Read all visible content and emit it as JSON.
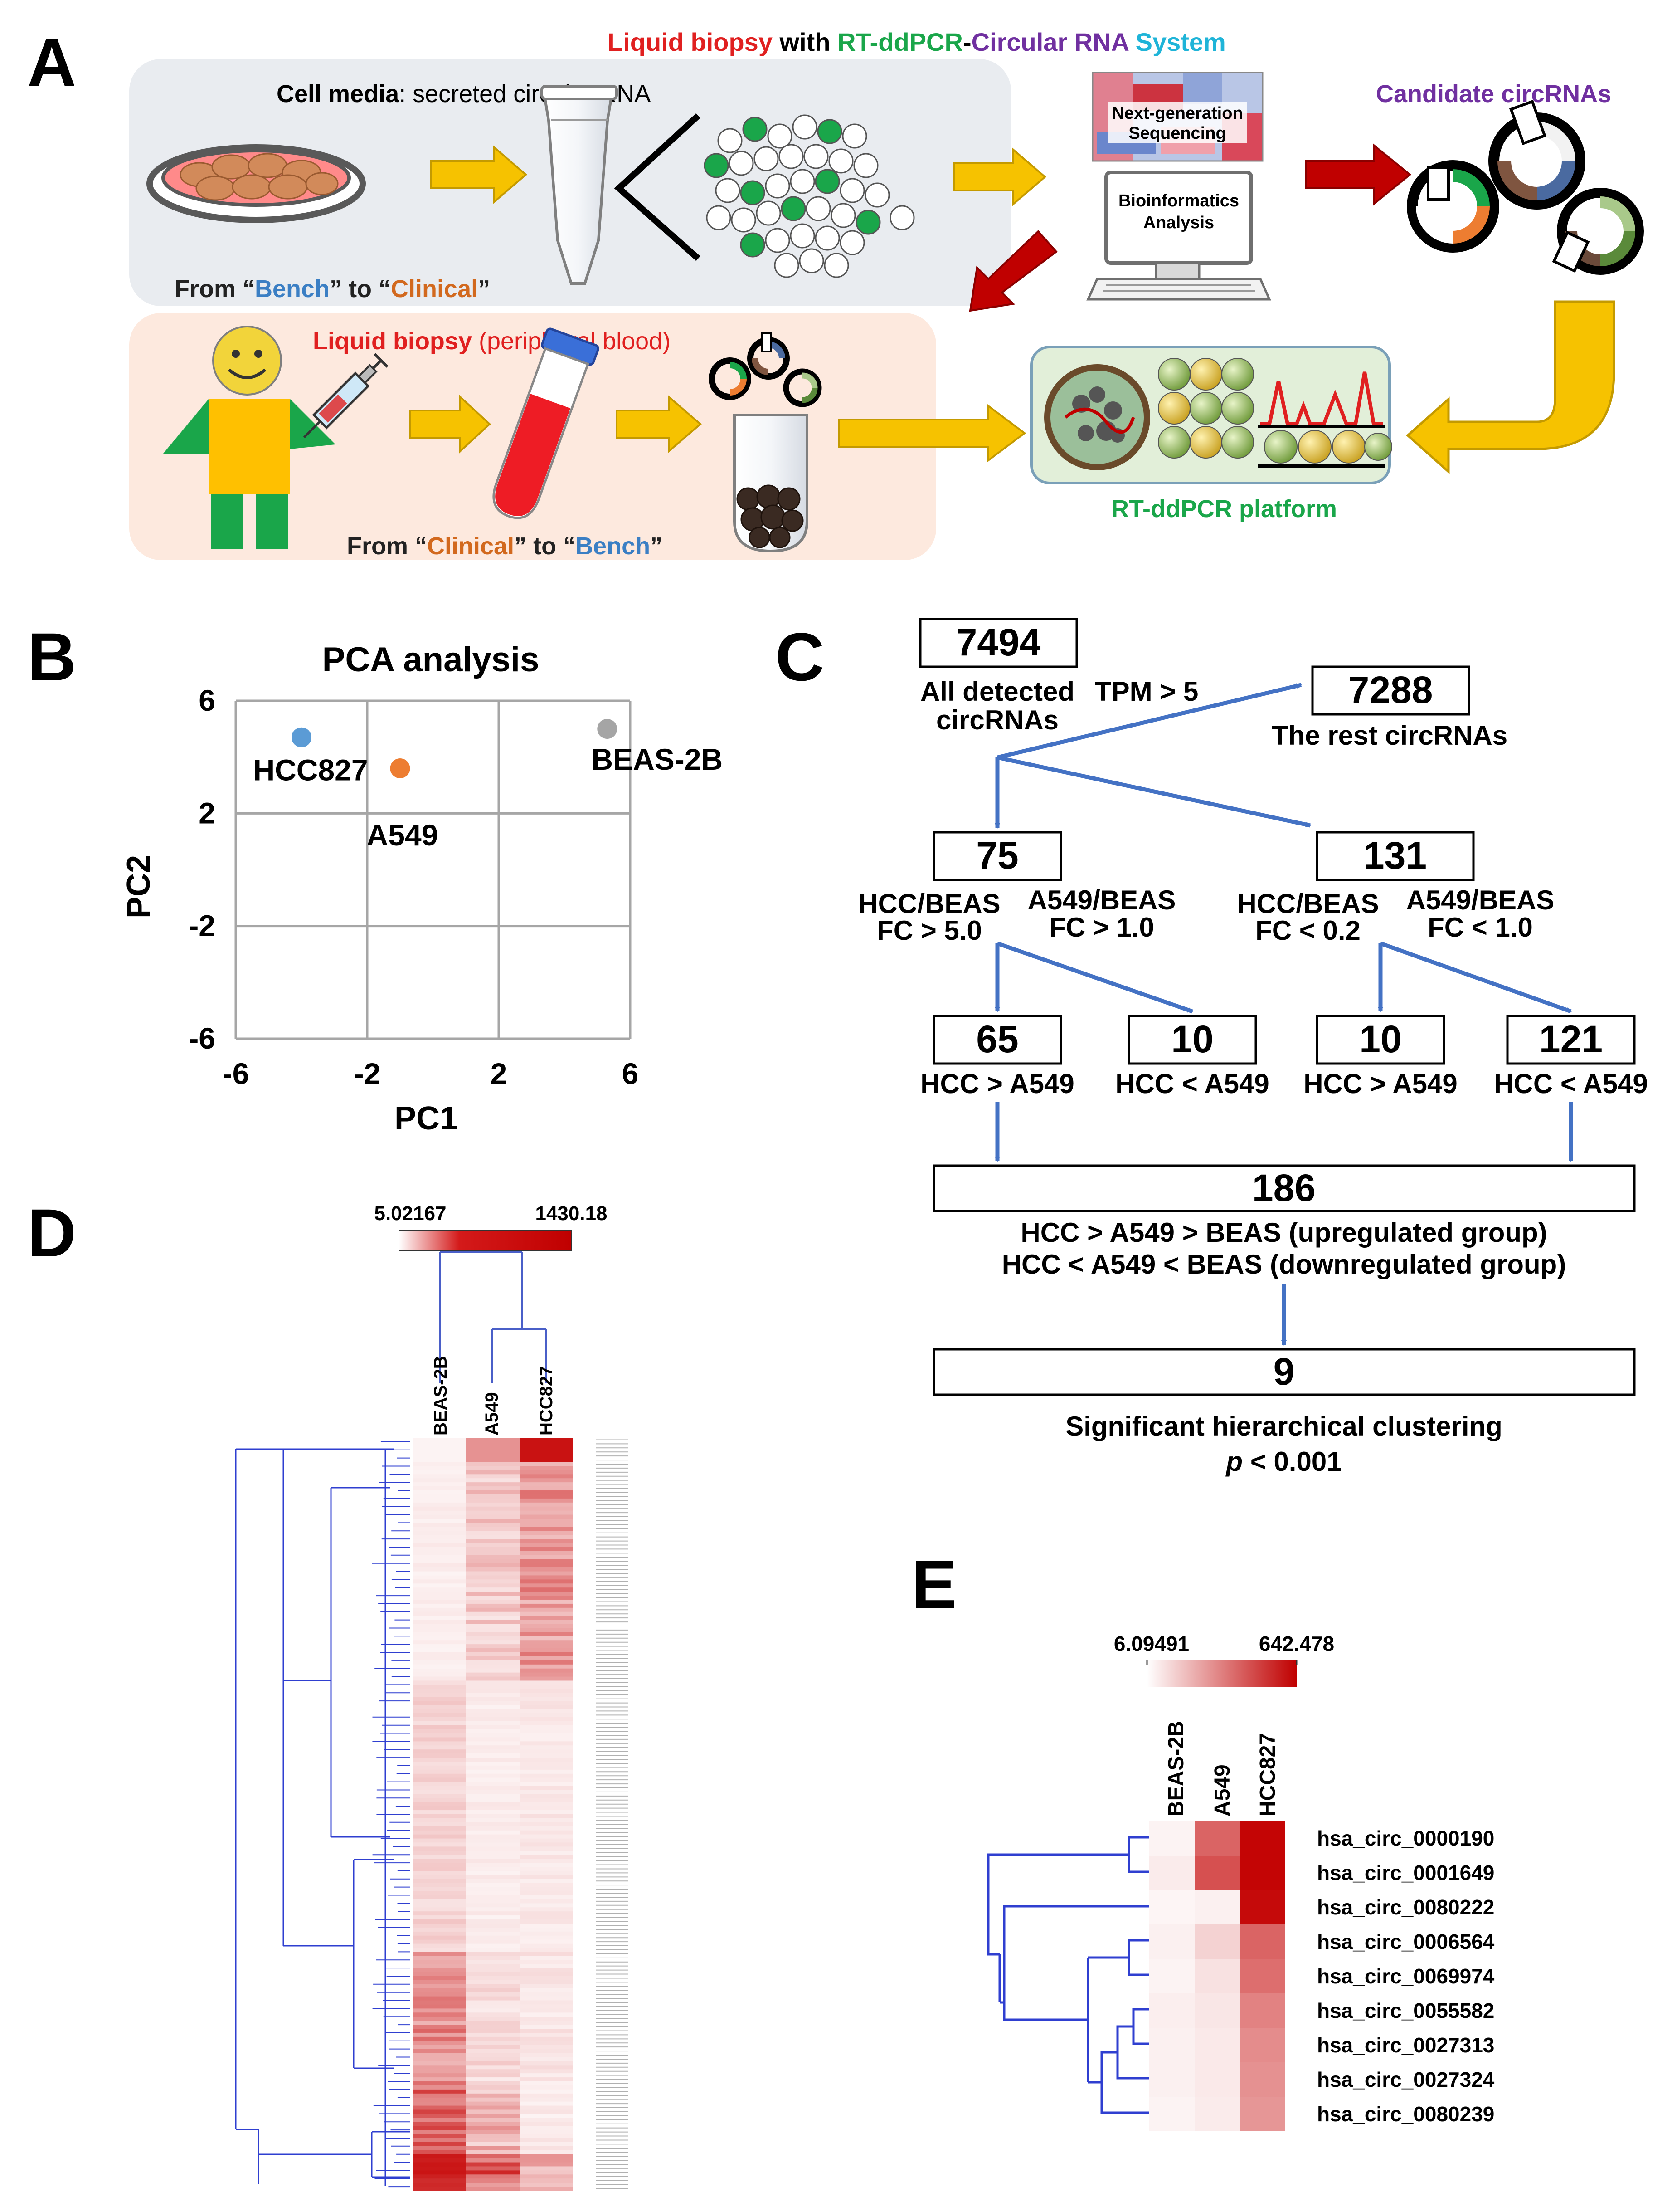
{
  "panel_letters": {
    "a": "A",
    "b": "B",
    "c": "C",
    "d": "D",
    "e": "E"
  },
  "panel_a": {
    "title_parts": [
      "Liquid biopsy",
      " with ",
      "RT-ddPCR",
      "-",
      "Circular RNA",
      " System"
    ],
    "cell_media_bold": "Cell media",
    "cell_media_rest": ": secreted circular RNA",
    "from_bench": [
      "From “",
      "Bench",
      "” to “",
      "Clinical",
      "”"
    ],
    "from_clinical": [
      "From “",
      "Clinical",
      "” to “",
      "Bench",
      "”"
    ],
    "ngs_lines": [
      "Next-generation",
      "Sequencing"
    ],
    "bioinf_lines": [
      "Bioinformatics",
      "Analysis"
    ],
    "candidate": "Candidate circRNAs",
    "liquid_bold": "Liquid biopsy",
    "liquid_rest": " (peripheral blood)",
    "platform": "RT-ddPCR platform",
    "colors": {
      "red": "#e02020",
      "green": "#1aa64a",
      "purple": "#7030a0",
      "cyan": "#1fb4d8",
      "blue": "#3b7fc4",
      "orange": "#d2691e",
      "arrow_yellow": "#f6c200",
      "arrow_red": "#c00000"
    }
  },
  "panel_b": {
    "chart_data": {
      "type": "scatter",
      "title": "PCA analysis",
      "xlabel": "PC1",
      "ylabel": "PC2",
      "xlim": [
        -6,
        6
      ],
      "ylim": [
        -6,
        6
      ],
      "xticks": [
        "-6",
        "-2",
        "2",
        "6"
      ],
      "yticks": [
        "6",
        "2",
        "-2",
        "-6"
      ],
      "grid": true,
      "points": [
        {
          "name": "HCC827",
          "x": -4.0,
          "y": 4.7,
          "color": "#5b9bd5"
        },
        {
          "name": "A549",
          "x": -1.0,
          "y": 3.6,
          "color": "#ed7d31"
        },
        {
          "name": "BEAS-2B",
          "x": 5.3,
          "y": 5.0,
          "color": "#a5a5a5"
        }
      ]
    }
  },
  "panel_c": {
    "total": "7494",
    "total_caption": [
      "All detected",
      "circRNAs"
    ],
    "tpm": "TPM > 5",
    "rest_n": "7288",
    "rest_caption": "The rest circRNAs",
    "up_n": "75",
    "up_crit": [
      "HCC/BEAS",
      "FC > 5.0",
      "A549/BEAS",
      "FC > 1.0"
    ],
    "down_n": "131",
    "down_crit": [
      "HCC/BEAS",
      "FC < 0.2",
      "A549/BEAS",
      "FC < 1.0"
    ],
    "leaves": [
      {
        "n": "65",
        "cond": "HCC > A549"
      },
      {
        "n": "10",
        "cond": "HCC < A549"
      },
      {
        "n": "10",
        "cond": "HCC > A549"
      },
      {
        "n": "121",
        "cond": "HCC < A549"
      }
    ],
    "merged_n": "186",
    "merged_caption": [
      "HCC > A549 > BEAS (upregulated group)",
      "HCC < A549 < BEAS (downregulated group)"
    ],
    "final_n": "9",
    "final_caption": "Significant hierarchical clustering",
    "pvalue_p": "p",
    "pvalue_rest": " < 0.001",
    "arrow_color": "#4472c4"
  },
  "panel_d": {
    "scale_min": "5.02167",
    "scale_max": "1430.18",
    "columns": [
      "BEAS-2B",
      "A549",
      "HCC827"
    ]
  },
  "panel_e": {
    "scale_min": "6.09491",
    "scale_max": "642.478",
    "columns": [
      "BEAS-2B",
      "A549",
      "HCC827"
    ],
    "chart_data": {
      "type": "heatmap",
      "columns": [
        "BEAS-2B",
        "A549",
        "HCC827"
      ],
      "rows": [
        "hsa_circ_0000190",
        "hsa_circ_0001649",
        "hsa_circ_0080222",
        "hsa_circ_0006564",
        "hsa_circ_0069974",
        "hsa_circ_0055582",
        "hsa_circ_0027313",
        "hsa_circ_0027324",
        "hsa_circ_0080239"
      ],
      "intensity": [
        [
          0.05,
          0.62,
          1.0
        ],
        [
          0.08,
          0.7,
          1.0
        ],
        [
          0.04,
          0.06,
          0.98
        ],
        [
          0.06,
          0.18,
          0.62
        ],
        [
          0.05,
          0.12,
          0.58
        ],
        [
          0.07,
          0.1,
          0.5
        ],
        [
          0.06,
          0.09,
          0.46
        ],
        [
          0.06,
          0.09,
          0.44
        ],
        [
          0.05,
          0.08,
          0.42
        ]
      ]
    }
  }
}
